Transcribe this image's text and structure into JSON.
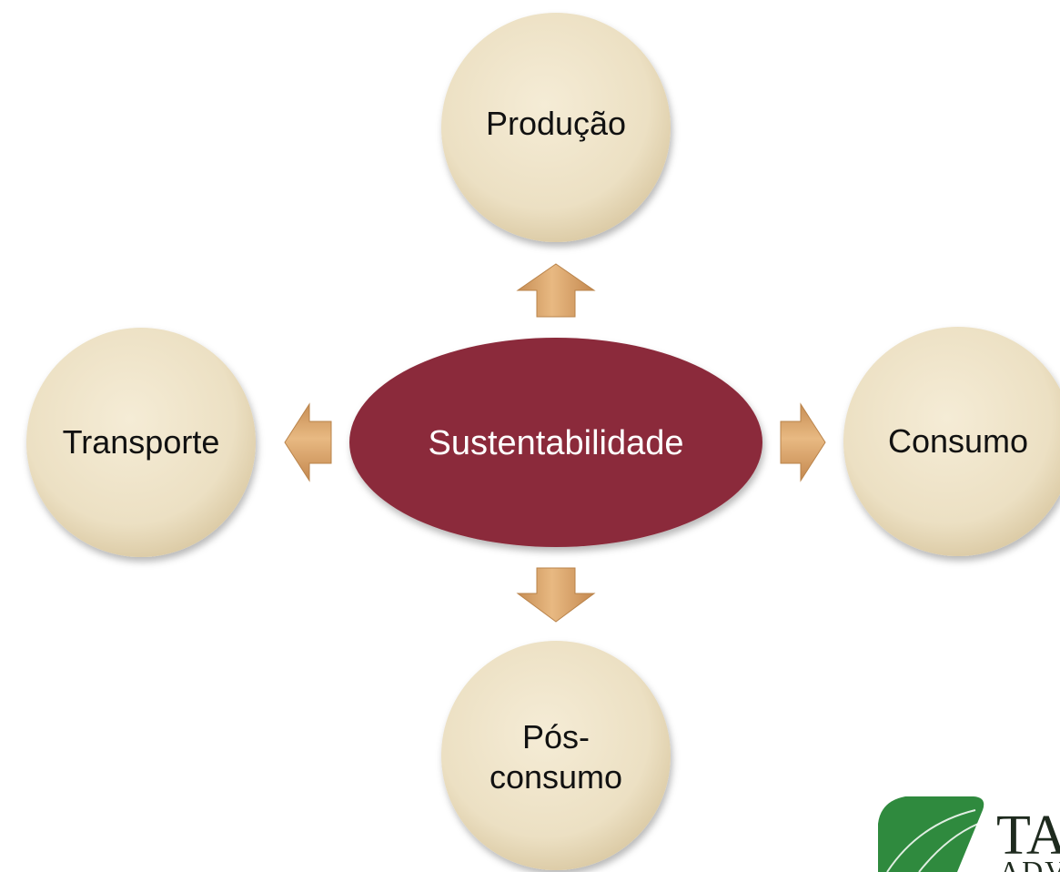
{
  "center": {
    "label": "Sustentabilidade",
    "color": "#8b2a3a"
  },
  "nodes": {
    "top": {
      "label": "Produção"
    },
    "left": {
      "label": "Transporte"
    },
    "right": {
      "label": "Consumo"
    },
    "bottom": {
      "label_line1": "Pós-",
      "label_line2": "consumo"
    }
  },
  "colors": {
    "node_fill": "#eee3c8",
    "node_edge": "#d3c19a",
    "arrow_fill": "#d9a66a",
    "arrow_dark": "#b9834a",
    "logo_green": "#2f8a3e",
    "logo_text": "#1e2a1e"
  },
  "logo": {
    "text_large": "TA",
    "text_small": "ADV"
  }
}
